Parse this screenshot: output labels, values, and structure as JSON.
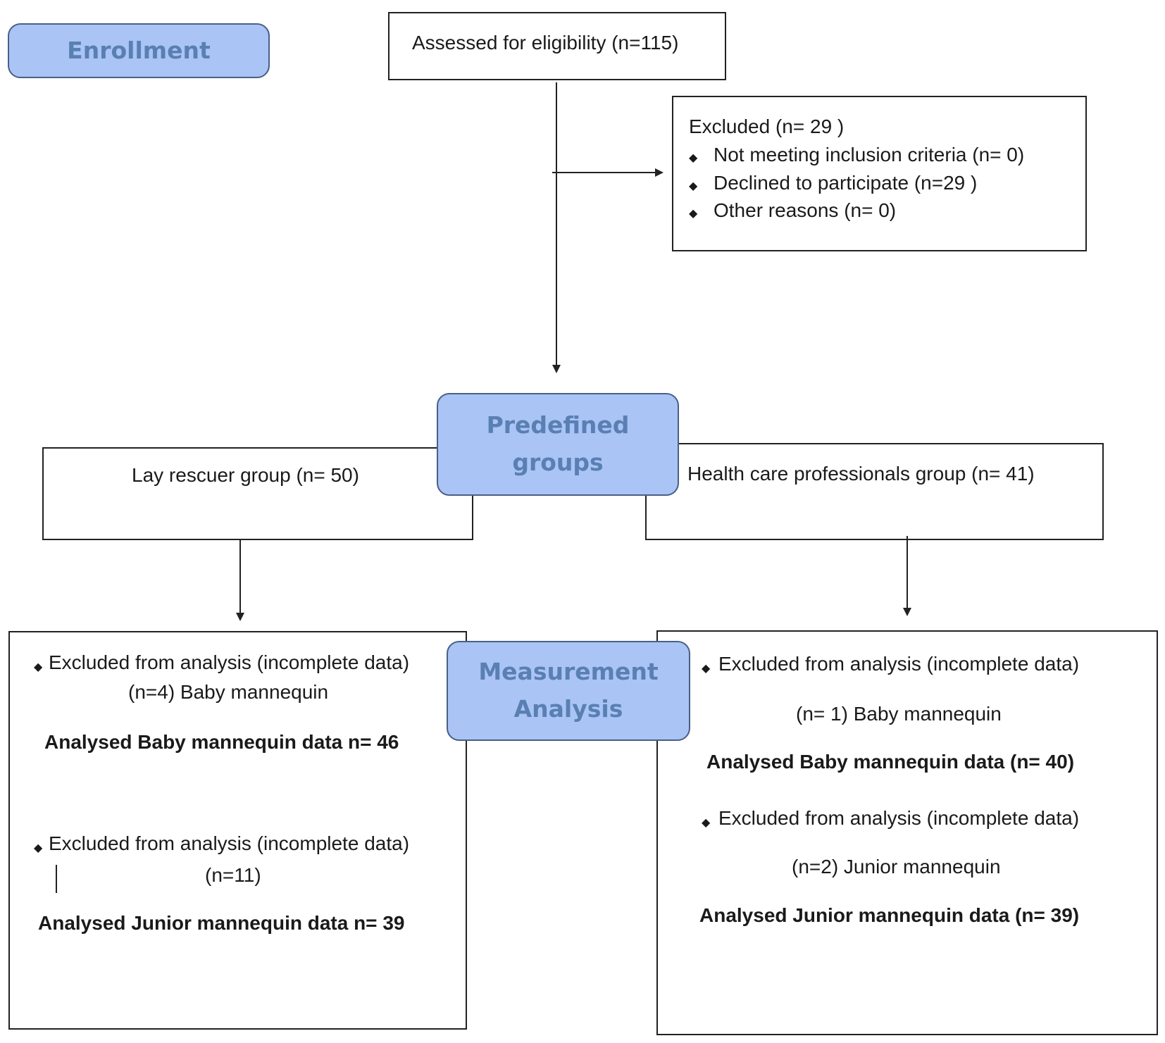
{
  "stages": {
    "enrollment": "Enrollment",
    "predefined_line1": "Predefined",
    "predefined_line2": "groups",
    "measurement_line1": "Measurement",
    "measurement_line2": "Analysis"
  },
  "assessed": "Assessed for eligibility (n=115)",
  "excluded": {
    "title": "Excluded (n= 29 )",
    "items": [
      "Not meeting inclusion criteria (n= 0)",
      "Declined to participate (n=29 )",
      "Other reasons (n= 0)"
    ]
  },
  "groups": {
    "lay": "Lay rescuer group (n= 50)",
    "hcp": "Health care professionals group (n= 41)"
  },
  "lay_analysis": {
    "excl1_line1": "Excluded from analysis (incomplete data)",
    "excl1_line2": "(n=4) Baby mannequin",
    "analysed_baby": "Analysed Baby mannequin data n= 46",
    "excl2_line1": "Excluded from analysis (incomplete data)",
    "excl2_line2": "(n=11)",
    "analysed_junior": "Analysed Junior mannequin data n= 39"
  },
  "hcp_analysis": {
    "excl1_line1": "Excluded from analysis (incomplete data)",
    "excl1_line2": "(n= 1) Baby mannequin",
    "analysed_baby": "Analysed Baby mannequin data (n= 40)",
    "excl2_line1": "Excluded from analysis (incomplete data)",
    "excl2_line2": "(n=2) Junior mannequin",
    "analysed_junior": "Analysed Junior mannequin data (n= 39)"
  },
  "bullet_glyph": "◆"
}
